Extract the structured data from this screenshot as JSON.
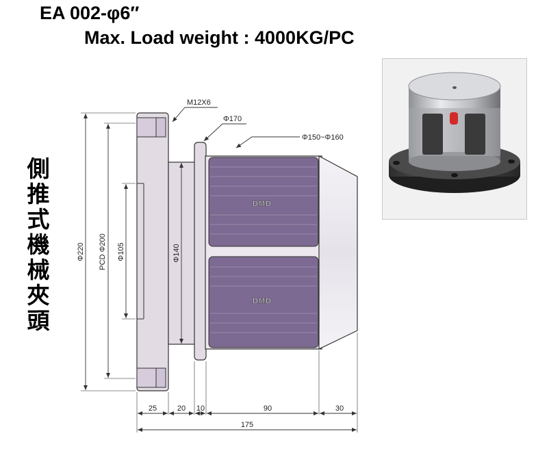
{
  "header": {
    "model": "EA 002-φ6″",
    "max_load": "Max. Load weight : 4000KG/PC"
  },
  "side_title": [
    "側",
    "推",
    "式",
    "機",
    "械",
    "夾",
    "頭"
  ],
  "drawing": {
    "thread_label": "M12X6",
    "flange_dia": "Φ170",
    "jaw_range": "Φ150~Φ160",
    "outer_dia": "Φ220",
    "pcd": "PCD Φ200",
    "bore_dia": "Φ105",
    "neck_dia": "Φ140",
    "jaw_mark_top": "DMD",
    "jaw_mark_bottom": "DMD",
    "dim_25": "25",
    "dim_20": "20",
    "dim_10": "10",
    "dim_90": "90",
    "dim_30": "30",
    "dim_total": "175"
  },
  "colors": {
    "base_fill": "#e2dbe4",
    "jaw_fill": "#7d6a92",
    "jaw_line": "#9a8aab",
    "line": "#333333"
  }
}
